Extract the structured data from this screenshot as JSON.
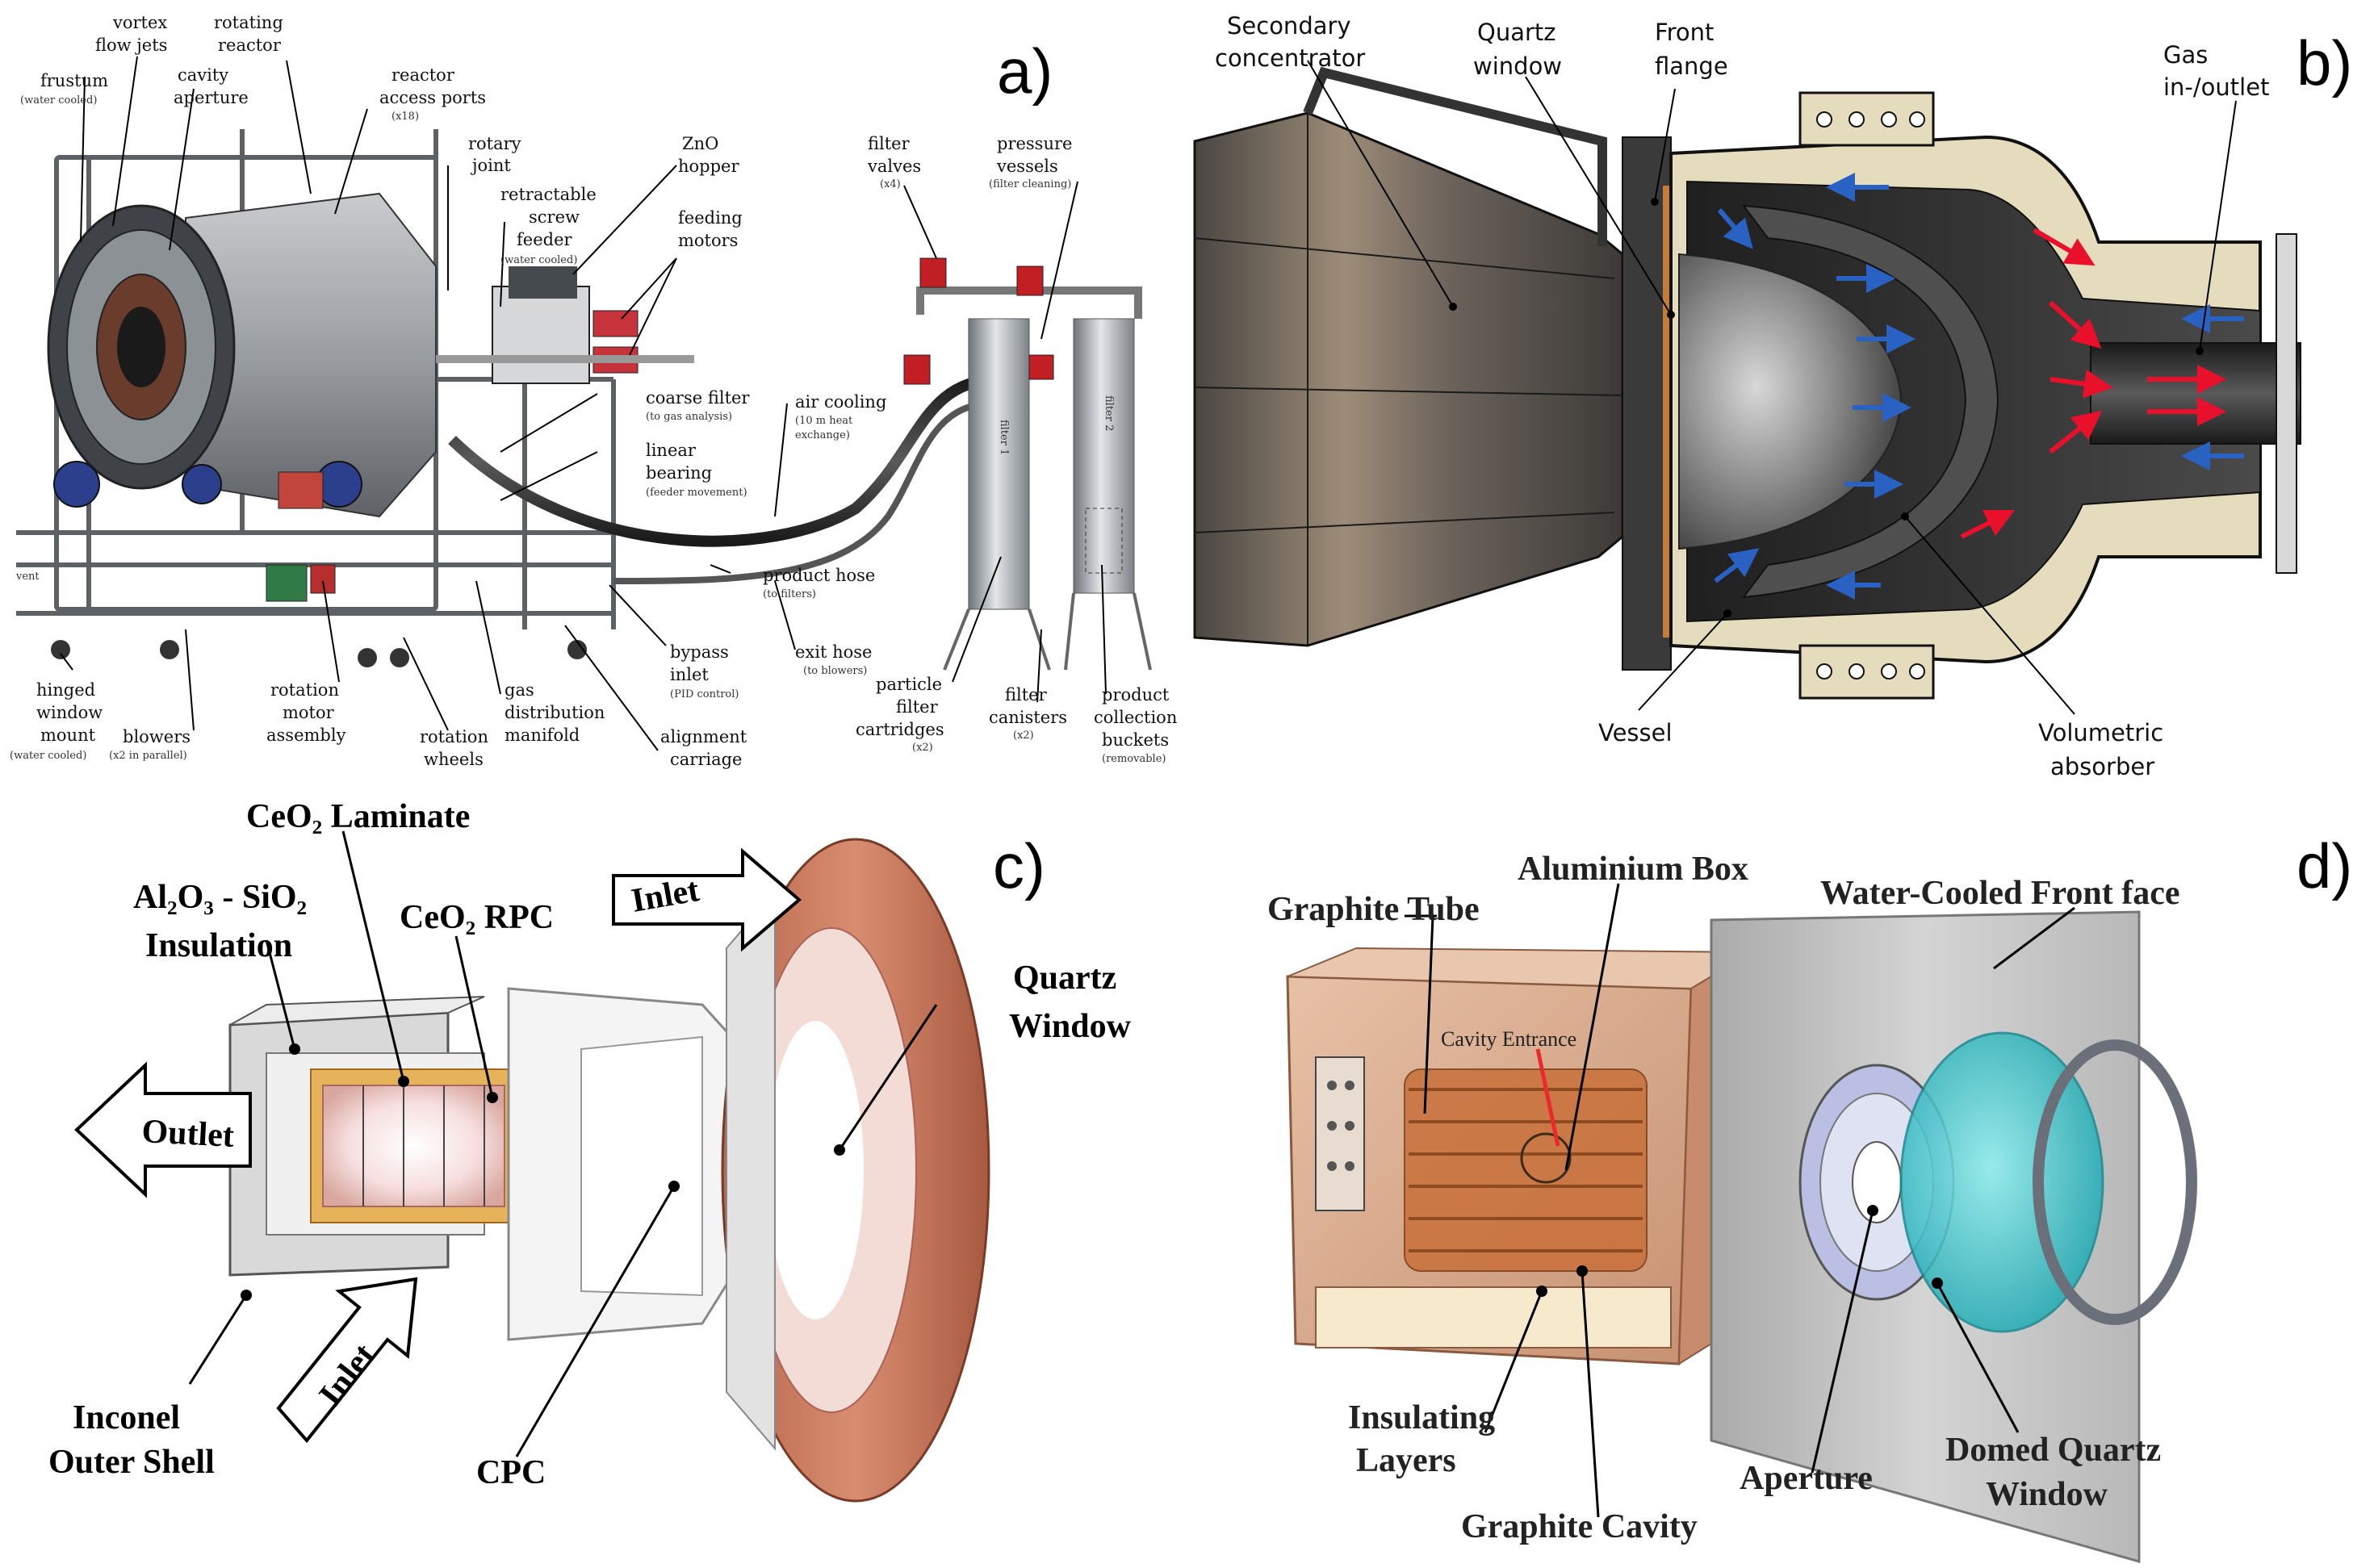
{
  "panels": {
    "a": {
      "letter": "a)",
      "labels": {
        "frustum": "frustum",
        "frustum_sub": "(water cooled)",
        "vortex1": "vortex",
        "vortex2": "flow jets",
        "cavity1": "cavity",
        "cavity2": "aperture",
        "rotating1": "rotating",
        "rotating2": "reactor",
        "access1": "reactor",
        "access2": "access ports",
        "access_sub": "(x18)",
        "rotary1": "rotary",
        "rotary2": "joint",
        "screw1": "retractable",
        "screw2": "screw",
        "screw3": "feeder",
        "screw_sub": "(water cooled)",
        "zno1": "ZnO",
        "zno2": "hopper",
        "feedmot1": "feeding",
        "feedmot2": "motors",
        "coarse": "coarse filter",
        "coarse_sub": "(to gas analysis)",
        "linear1": "linear",
        "linear2": "bearing",
        "linear_sub": "(feeder movement)",
        "aircool": "air cooling",
        "aircool_sub1": "(10 m heat",
        "aircool_sub2": "exchange)",
        "fvalves1": "filter",
        "fvalves2": "valves",
        "fvalves_sub": "(x4)",
        "pvessels1": "pressure",
        "pvessels2": "vessels",
        "pvessels_sub": "(filter cleaning)",
        "product": "product hose",
        "product_sub": "(to filters)",
        "bypass1": "bypass",
        "bypass2": "inlet",
        "bypass_sub": "(PID control)",
        "exit": "exit hose",
        "exit_sub": "(to blowers)",
        "hinged1": "hinged",
        "hinged2": "window",
        "hinged3": "mount",
        "hinged_sub": "(water cooled)",
        "blowers": "blowers",
        "blowers_sub": "(x2 in parallel)",
        "rotmot1": "rotation",
        "rotmot2": "motor",
        "rotmot3": "assembly",
        "rotwh1": "rotation",
        "rotwh2": "wheels",
        "gas1": "gas",
        "gas2": "distribution",
        "gas3": "manifold",
        "align1": "alignment",
        "align2": "carriage",
        "pfc1": "particle",
        "pfc2": "filter",
        "pfc3": "cartridges",
        "pfc_sub": "(x2)",
        "fcan1": "filter",
        "fcan2": "canisters",
        "fcan_sub": "(x2)",
        "pcb1": "product",
        "pcb2": "collection",
        "pcb3": "buckets",
        "pcb_sub": "(removable)",
        "vent": "vent",
        "filter1_tag": "filter 1",
        "filter2_tag": "filter 2"
      }
    },
    "b": {
      "letter": "b)",
      "labels": {
        "secondary1": "Secondary",
        "secondary2": "concentrator",
        "quartz1": "Quartz",
        "quartz2": "window",
        "front1": "Front",
        "front2": "flange",
        "gas1": "Gas",
        "gas2": "in-/outlet",
        "vessel": "Vessel",
        "vol1": "Volumetric",
        "vol2": "absorber"
      }
    },
    "c": {
      "letter": "c)",
      "labels": {
        "laminate": "CeO₂ Laminate",
        "al1": "Al₂O₃ - SiO₂",
        "al2": "Insulation",
        "rpc": "CeO₂ RPC",
        "inlet_top": "Inlet",
        "quartz1": "Quartz",
        "quartz2": "Window",
        "outlet": "Outlet",
        "inlet_bottom": "Inlet",
        "inconel1": "Inconel",
        "inconel2": "Outer Shell",
        "cpc": "CPC"
      }
    },
    "d": {
      "letter": "d)",
      "labels": {
        "alubox": "Aluminium Box",
        "graphite_tube": "Graphite Tube",
        "watercooled": "Water-Cooled Front face",
        "cavity_entrance": "Cavity Entrance",
        "insul1": "Insulating",
        "insul2": "Layers",
        "graphite_cavity": "Graphite Cavity",
        "aperture": "Aperture",
        "domed1": "Domed Quartz",
        "domed2": "Window"
      }
    }
  },
  "colors": {
    "arrow_red": "#e8102a",
    "arrow_blue": "#2a62c4",
    "insulation_tan": "#e5dcbd",
    "copper": "#c97a5e",
    "cyan_window": "#2fc9cf",
    "box_brown": "#d9a98c",
    "chassis_grey": "#8a8f96"
  }
}
